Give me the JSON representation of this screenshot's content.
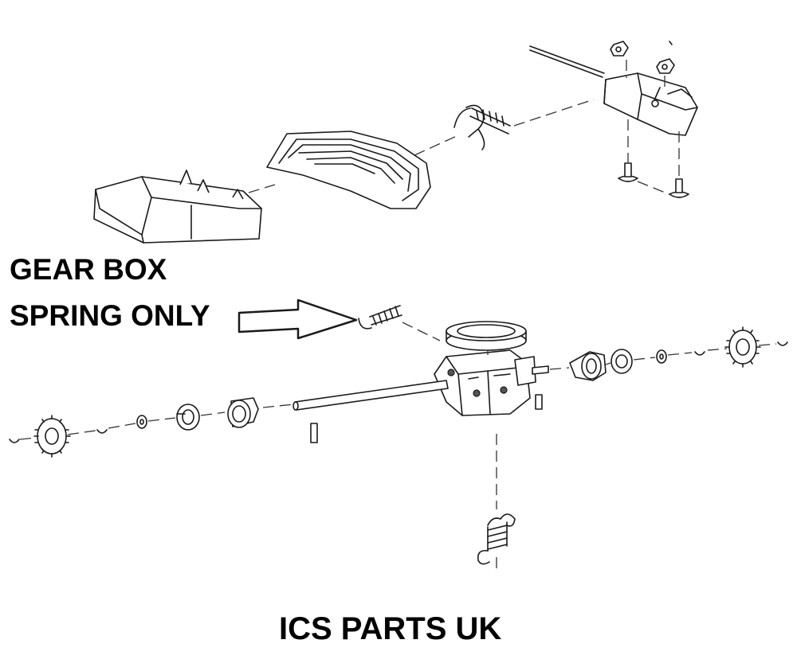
{
  "labels": {
    "callout_line_1": "GEAR BOX",
    "callout_line_2": "SPRING ONLY",
    "footer": "ICS PARTS UK"
  },
  "colors": {
    "ink": "#1a1a1a",
    "text": "#000000",
    "background": "#ffffff"
  },
  "icons": {
    "callout_arrow": "right-arrow-icon"
  }
}
